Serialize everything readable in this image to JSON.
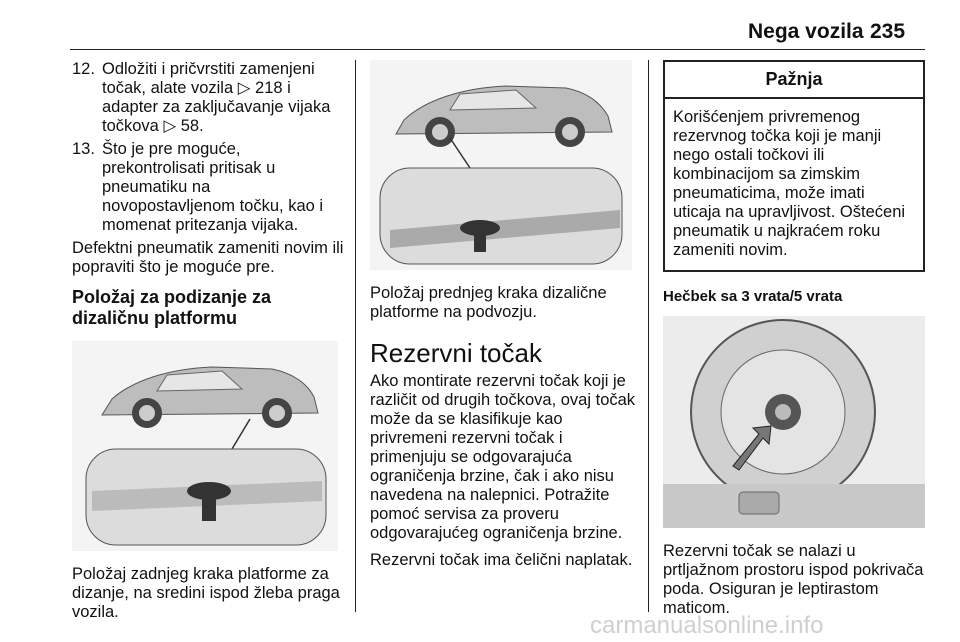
{
  "header": {
    "title": "Nega vozila",
    "page": "235"
  },
  "col1": {
    "step12_num": "12.",
    "step12_text": "Odložiti i pričvrstiti zamenjeni točak, alate vozila ▷ 218 i adapter za zaključavanje vijaka točkova ▷ 58.",
    "step13_num": "13.",
    "step13_text": "Što je pre moguće, prekontrolisati pritisak u pneumatiku na novopostavljenom točku, kao i momenat pritezanja vijaka.",
    "para": "Defektni pneumatik zameniti novim ili popraviti što je moguće pre.",
    "subhead": "Položaj za podizanje za dizaličnu platformu",
    "caption": "Položaj zadnjeg kraka platforme za dizanje, na sredini ispod žleba praga vozila."
  },
  "col2": {
    "caption": "Položaj prednjeg kraka dizalične platforme na podvozju.",
    "heading": "Rezervni točak",
    "para1": "Ako montirate rezervni točak koji je različit od drugih točkova, ovaj točak može da se klasifikuje kao privremeni rezervni točak i primenjuju se odgovarajuća ograničenja brzine, čak i ako nisu navedena na nalepnici. Potražite pomoć servisa za proveru odgovarajućeg ograničenja brzine.",
    "para2": "Rezervni točak ima čelični naplatak."
  },
  "col3": {
    "warning_title": "Pažnja",
    "warning_text": "Korišćenjem privremenog rezervnog točka koji je manji nego ostali točkovi ili kombinacijom sa zimskim pneumaticima, može imati uticaja na upravljivost. Oštećeni pneumatik u najkraćem roku zameniti novim.",
    "bold_label": "Hečbek sa 3 vrata/5 vrata",
    "caption": "Rezervni točak se nalazi u prtljažnom prostoru ispod pokrivača poda. Osiguran je leptirastom maticom."
  },
  "watermark": "carmanualsonline.info"
}
